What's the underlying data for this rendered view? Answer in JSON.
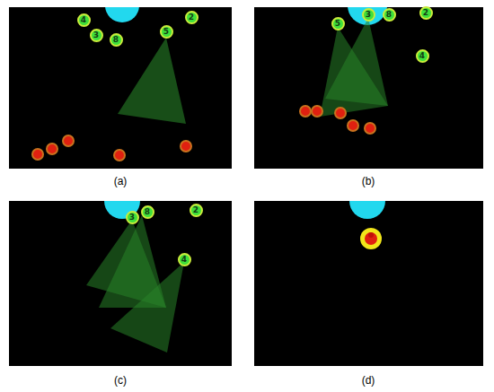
{
  "diagram": {
    "nodes": [
      {
        "text": [
          "4"
        ]
      },
      {
        "text": [
          "3"
        ]
      },
      {
        "text": [
          "8"
        ]
      },
      {
        "text": [
          "5"
        ]
      },
      {
        "text": [
          "2"
        ]
      },
      {
        "text": [
          "5"
        ]
      },
      {
        "text": [
          "3"
        ]
      },
      {
        "text": [
          "8"
        ]
      },
      {
        "text": [
          "2"
        ]
      },
      {
        "text": [
          "4"
        ]
      },
      {
        "text": [
          "3"
        ]
      },
      {
        "text": [
          "8"
        ]
      },
      {
        "text": [
          "2"
        ]
      },
      {
        "text": [
          "4"
        ]
      }
    ],
    "edges": [],
    "labels": [
      "(a)",
      "(b)",
      "(c)",
      "(d)"
    ]
  }
}
